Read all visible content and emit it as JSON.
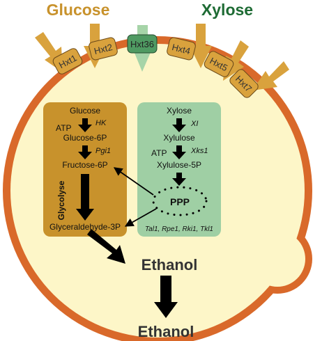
{
  "title_left": "Glucose",
  "title_right": "Xylose",
  "transporters": {
    "hxt1": "Hxt1",
    "hxt2": "Hxt2",
    "hxt36": "Hxt36",
    "hxt4": "Hxt4",
    "hxt5": "Hxt5",
    "hxt7": "Hxt7"
  },
  "glycolysis_box": {
    "label": "Glycolyse",
    "metabolites": {
      "glucose": "Glucose",
      "glucose_6p": "Glucose-6P",
      "fructose_6p": "Fructose-6P",
      "glyceraldehyde_3p": "Glyceraldehyde-3P"
    },
    "cofactor": "ATP",
    "enzymes": {
      "hk": "HK",
      "pgi1": "Pgi1"
    }
  },
  "xylose_box": {
    "metabolites": {
      "xylose": "Xylose",
      "xylulose": "Xylulose",
      "xylulose_5p": "Xylulose-5P"
    },
    "cofactor": "ATP",
    "enzymes": {
      "xi": "XI",
      "xks1": "Xks1"
    },
    "ppp_label": "PPP",
    "ppp_enzymes": "Tal1, Rpe1, Rki1, Tkl1"
  },
  "product_intracellular": "Ethanol",
  "product_extracellular": "Ethanol",
  "colors": {
    "cell_wall": "#d9692a",
    "cell_interior": "#fdf6c8",
    "transporter_fill": "#d9a23d",
    "glycolysis_fill": "#c8922c",
    "xylose_fill": "#9fcfa4",
    "glucose_title": "#c8922c",
    "xylose_title": "#1e6b34",
    "arrow": "#000000"
  }
}
